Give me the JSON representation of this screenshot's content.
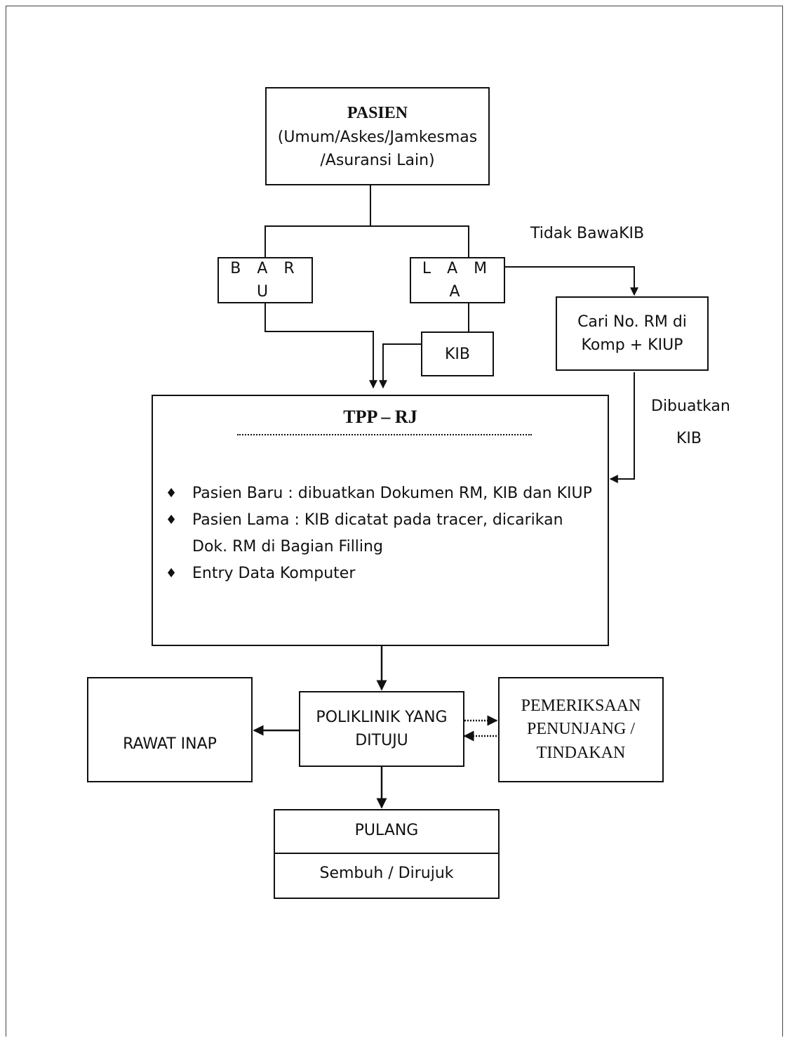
{
  "nodes": {
    "pasien": {
      "title": "PASIEN",
      "line1": "(Umum/Askes/Jamkesmas",
      "line2": "/Asuransi Lain)"
    },
    "baru": "B A R U",
    "lama": "L A M A",
    "kib": "KIB",
    "cari": {
      "line1": "Cari No. RM di",
      "line2": "Komp + KIUP"
    },
    "tpp": {
      "title": "TPP – RJ",
      "items": [
        "Pasien Baru : dibuatkan Dokumen RM, KIB dan KIUP",
        "Pasien Lama : KIB dicatat pada tracer, dicarikan Dok. RM di Bagian Filling",
        "Entry Data Komputer"
      ]
    },
    "poliklinik": {
      "line1": "POLIKLINIK YANG",
      "line2": "DITUJU"
    },
    "rawat_inap": "RAWAT INAP",
    "pemeriksaan": {
      "line1": "PEMERIKSAAN",
      "line2": "PENUNJANG /",
      "line3": "TINDAKAN"
    },
    "pulang": {
      "title": "PULANG",
      "subtitle": "Sembuh / Dirujuk"
    }
  },
  "edge_labels": {
    "tidak_bawa_kib": "Tidak BawaKIB",
    "dibuatkan_kib_1": "Dibuatkan",
    "dibuatkan_kib_2": "KIB"
  },
  "bullet_glyph": "♦"
}
